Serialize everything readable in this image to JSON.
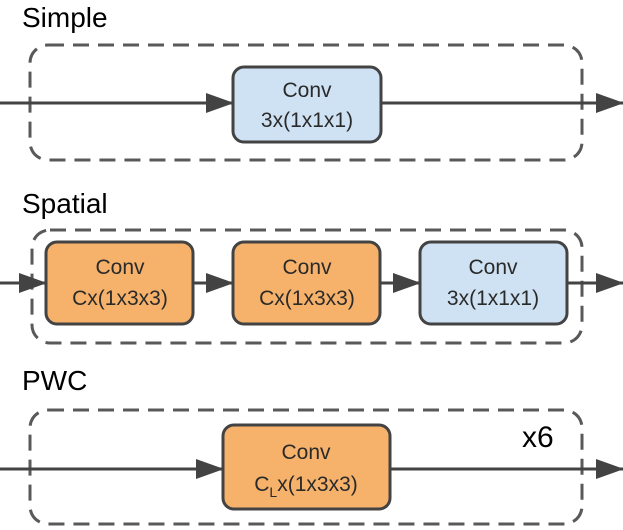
{
  "sections": {
    "simple": {
      "title": "Simple",
      "blocks": [
        {
          "line1": "Conv",
          "line2": "3x(1x1x1)",
          "kind": "pointwise"
        }
      ]
    },
    "spatial": {
      "title": "Spatial",
      "blocks": [
        {
          "line1": "Conv",
          "line2": "Cx(1x3x3)",
          "kind": "spatial"
        },
        {
          "line1": "Conv",
          "line2": "Cx(1x3x3)",
          "kind": "spatial"
        },
        {
          "line1": "Conv",
          "line2": "3x(1x1x1)",
          "kind": "pointwise"
        }
      ]
    },
    "pwc": {
      "title": "PWC",
      "repeat": "x6",
      "blocks": [
        {
          "line1": "Conv",
          "line2_prefix": "C",
          "line2_sub": "L",
          "line2_suffix": "x(1x3x3)",
          "kind": "spatial"
        }
      ]
    }
  },
  "colors": {
    "spatial_fill": "#f6b26b",
    "pointwise_fill": "#cfe2f3",
    "border": "#434343",
    "dash": "#595959"
  }
}
